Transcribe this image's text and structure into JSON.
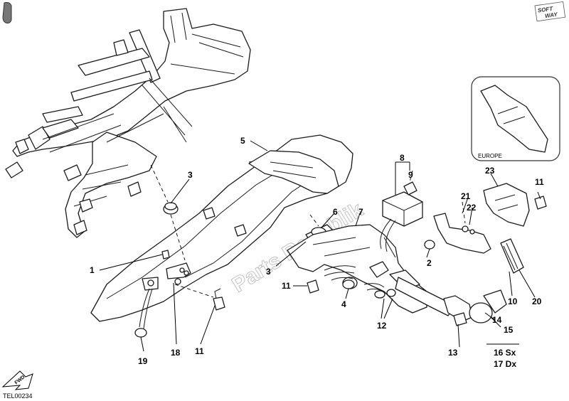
{
  "diagram_code": "TEL00234",
  "brand_logo_text": "SOFT WAY",
  "inset_label": "EUROPE",
  "watermark": "Parts Republik",
  "fwd_label": "FWD",
  "callouts": {
    "c1": "1",
    "c2": "2",
    "c3a": "3",
    "c3b": "3",
    "c4": "4",
    "c5": "5",
    "c6": "6",
    "c7": "7",
    "c8": "8",
    "c9": "9",
    "c10": "10",
    "c11a": "11",
    "c11b": "11",
    "c11c": "11",
    "c12": "12",
    "c13": "13",
    "c14": "14",
    "c15": "15",
    "c16": "16 Sx",
    "c17": "17 Dx",
    "c18": "18",
    "c19": "19",
    "c20": "20",
    "c21": "21",
    "c22": "22",
    "c23": "23"
  }
}
